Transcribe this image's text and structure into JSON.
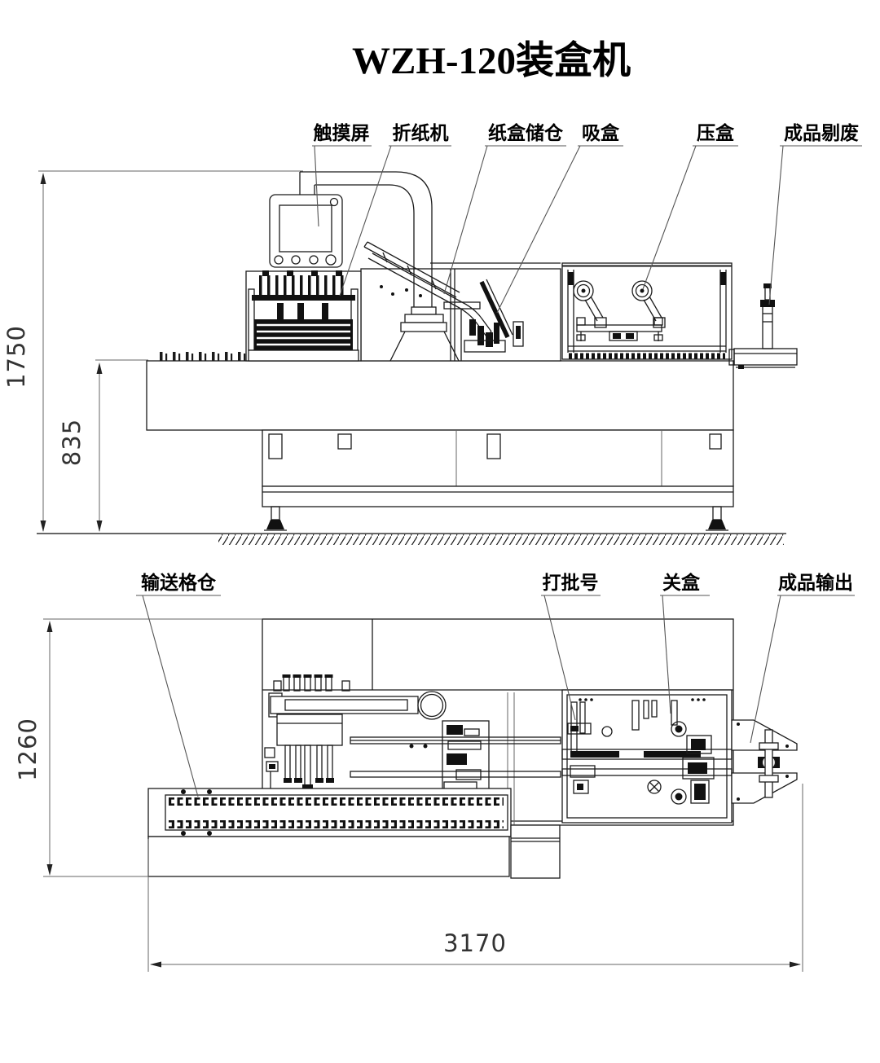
{
  "title": "WZH-120装盒机",
  "front_view": {
    "labels": {
      "touch_screen": "触摸屏",
      "paper_folder": "折纸机",
      "carton_magazine": "纸盒储仓",
      "suction": "吸盒",
      "press": "压盒",
      "reject": "成品剔废"
    },
    "dimensions": {
      "height_total": "1750",
      "height_table": "835"
    }
  },
  "plan_view": {
    "labels": {
      "conveyor": "输送格仓",
      "batch_code": "打批号",
      "box_close": "关盒",
      "output": "成品输出"
    },
    "dimensions": {
      "height_view": "1260",
      "length_total": "3170"
    }
  }
}
